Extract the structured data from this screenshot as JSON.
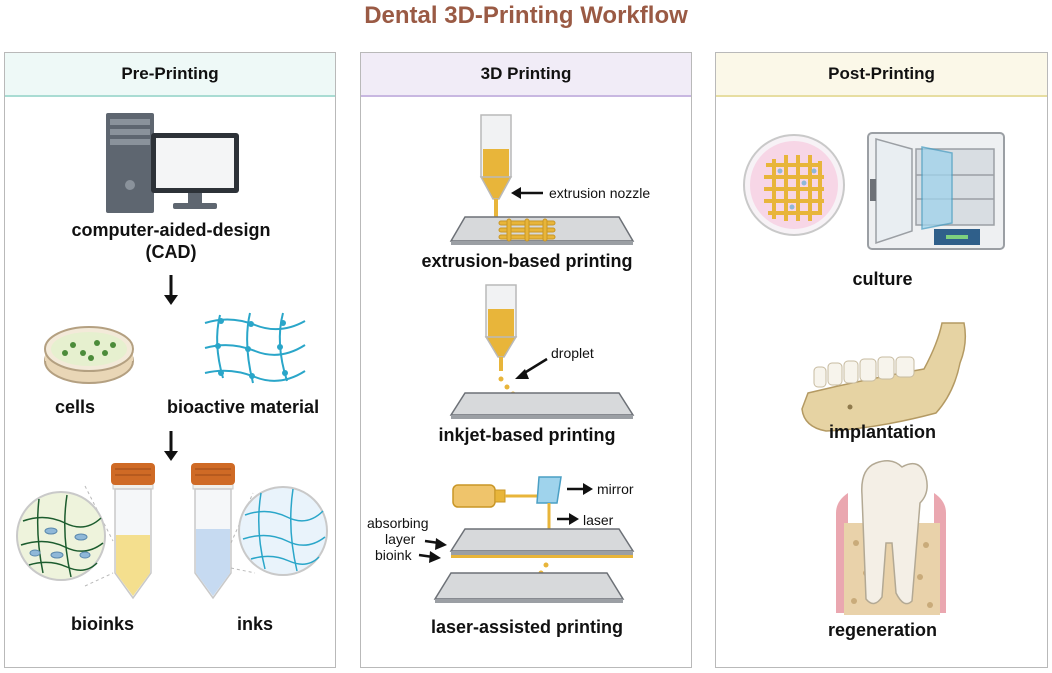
{
  "title": "Dental 3D-Printing Workflow",
  "panels": {
    "pre": {
      "header": "Pre-Printing",
      "cad_line1": "computer-aided-design",
      "cad_line2": "(CAD)",
      "cells": "cells",
      "bioactive": "bioactive material",
      "bioinks": "bioinks",
      "inks": "inks"
    },
    "printing": {
      "header": "3D Printing",
      "nozzle_label": "extrusion nozzle",
      "extrusion": "extrusion-based printing",
      "droplet_label": "droplet",
      "inkjet": "inkjet-based printing",
      "mirror_label": "mirror",
      "laser_label": "laser",
      "absorbing_line1": "absorbing",
      "absorbing_line2": "layer",
      "bioink_label": "bioink",
      "laser_assisted": "laser-assisted printing"
    },
    "post": {
      "header": "Post-Printing",
      "culture": "culture",
      "implantation": "implantation",
      "regeneration": "regeneration"
    }
  },
  "colors": {
    "title": "#9a5a44",
    "pre_header_bg": "#eef9f7",
    "printing_header_bg": "#f1ecf7",
    "post_header_bg": "#fbf8e8",
    "gold": "#e8b53a",
    "cap": "#d2691e"
  }
}
